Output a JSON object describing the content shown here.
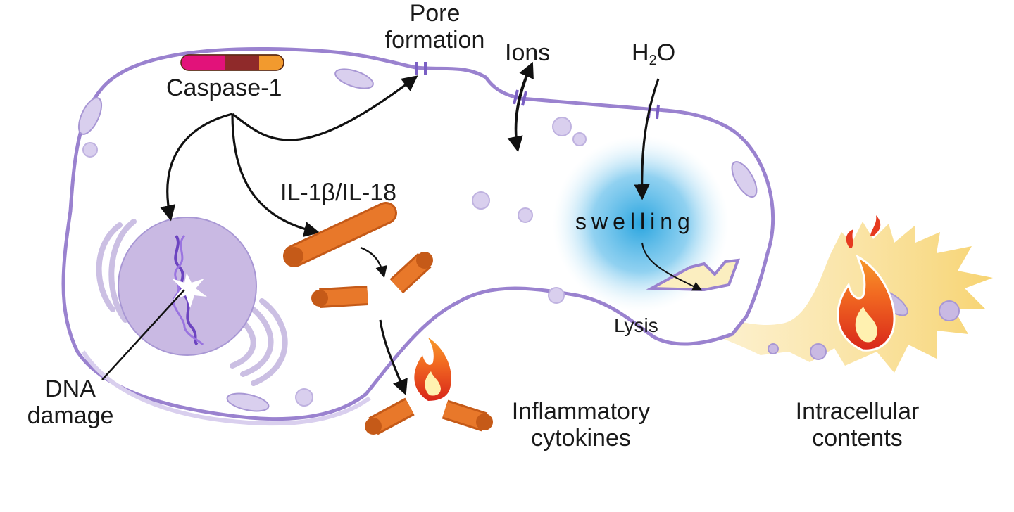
{
  "labels": {
    "pore_formation_line1": "Pore",
    "pore_formation_line2": "formation",
    "ions": "Ions",
    "h2o_h": "H",
    "h2o_sub": "2",
    "h2o_o": "O",
    "caspase": "Caspase-1",
    "il": "IL-1β/IL-18",
    "swelling": "swelling",
    "lysis": "Lysis",
    "dna_line1": "DNA",
    "dna_line2": "damage",
    "inflammatory_line1": "Inflammatory",
    "inflammatory_line2": "cytokines",
    "intracellular_line1": "Intracellular",
    "intracellular_line2": "contents"
  },
  "colors": {
    "membrane": "#9a82cf",
    "organelle": "#cbbfe3",
    "nucleus": "#c9b9e3",
    "dna": "#7a4fc4",
    "arrow": "#111111",
    "cytokine": "#e8782a",
    "cytokine_end": "#c55a18",
    "swelling": "#3aa9e0",
    "caspase_segments": [
      "#e2127a",
      "#8f2a2a",
      "#f29a2e"
    ],
    "flame": [
      "#e63a1f",
      "#f7941d",
      "#fff1b0"
    ],
    "contents": "#f7d26a"
  }
}
